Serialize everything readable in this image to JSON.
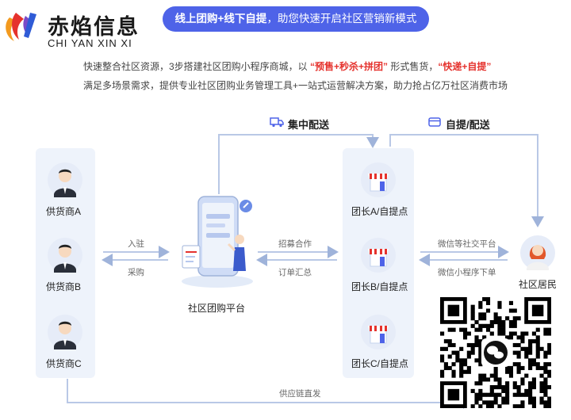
{
  "header": {
    "logo_cn": "赤焰信息",
    "logo_en": "CHI YAN XIN XI",
    "banner_bold": "线上团购+线下自提",
    "banner_rest": "，助您快速开启社区营销新模式"
  },
  "intro": {
    "line1_a": "快速整合社区资源，3步搭建社区团购小程序商城，以 ",
    "line1_hl1": "“预售+秒杀+拼团”",
    "line1_b": " 形式售货，",
    "line1_hl2": "“快递+自提”",
    "line2": "满足多场景需求，提供专业社区团购业务管理工具+一站式运营解决方案，助力抢占亿万社区消费市场"
  },
  "flows": {
    "centralized_delivery": "集中配送",
    "pickup_delivery": "自提/配送"
  },
  "suppliers": [
    {
      "label": "供货商A"
    },
    {
      "label": "供货商B"
    },
    {
      "label": "供货商C"
    }
  ],
  "platform": {
    "label": "社区团购平台"
  },
  "leaders": [
    {
      "label": "团长A/自提点"
    },
    {
      "label": "团长B/自提点"
    },
    {
      "label": "团长C/自提点"
    }
  ],
  "resident": {
    "label": "社区居民"
  },
  "edges": {
    "settle_in": "入驻",
    "purchase": "采购",
    "recruit": "招募合作",
    "order_summary": "订单汇总",
    "social_platforms": "微信等社交平台",
    "miniprogram_order": "微信小程序下单",
    "supply_chain": "供应链直发"
  },
  "colors": {
    "brand_blue": "#4e63e8",
    "highlight_red": "#e5322d",
    "line_blue": "#9fb3da",
    "panel_bg": "#eef3fb"
  }
}
